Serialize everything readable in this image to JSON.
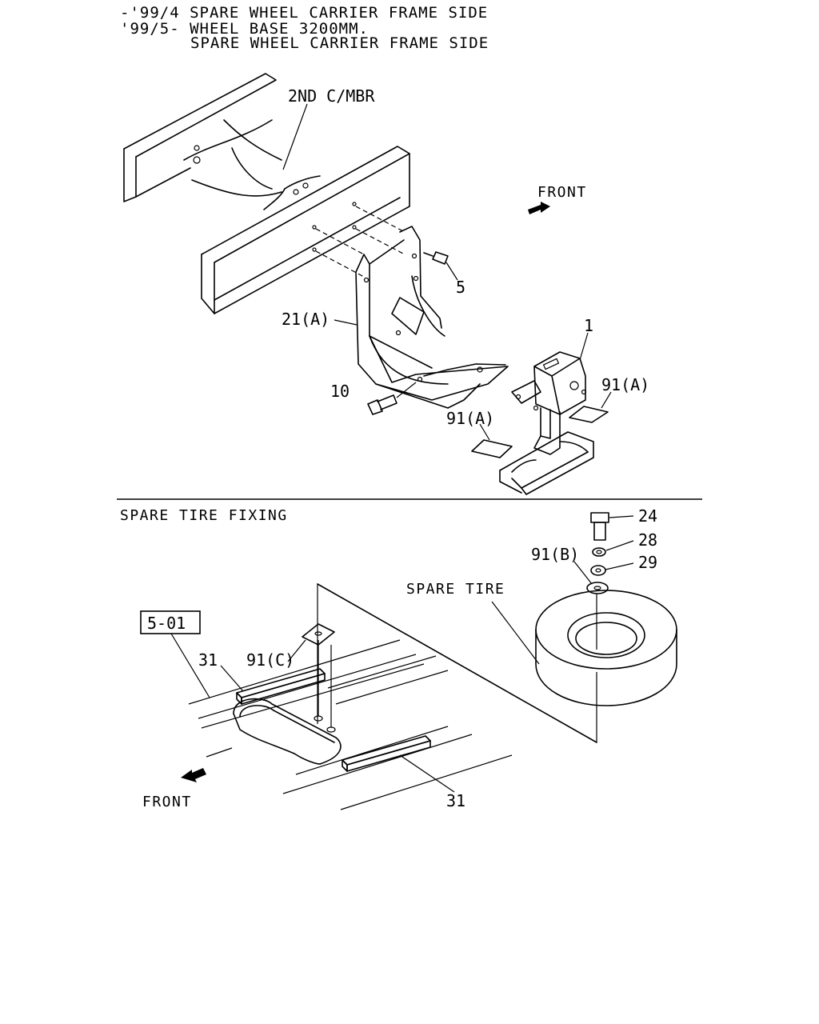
{
  "header": {
    "line1": "-'99/4 SPARE WHEEL CARRIER FRAME SIDE",
    "line2": "'99/5- WHEEL BASE 3200MM.",
    "line3": "SPARE WHEEL CARRIER FRAME SIDE"
  },
  "top": {
    "crossmember_label": "2ND C/MBR",
    "front_label": "FRONT",
    "callout_1": "1",
    "callout_5": "5",
    "callout_21a": "21(A)",
    "callout_10": "10",
    "callout_91a_right": "91(A)",
    "callout_91a_lower": "91(A)"
  },
  "bottom": {
    "section_title": "SPARE TIRE FIXING",
    "ref_box": "5-01",
    "callout_24": "24",
    "callout_28": "28",
    "callout_29": "29",
    "callout_91b": "91(B)",
    "spare_tire_label": "SPARE TIRE",
    "callout_31_upper": "31",
    "callout_91c": "91(C)",
    "callout_31_lower": "31",
    "front_label": "FRONT"
  }
}
